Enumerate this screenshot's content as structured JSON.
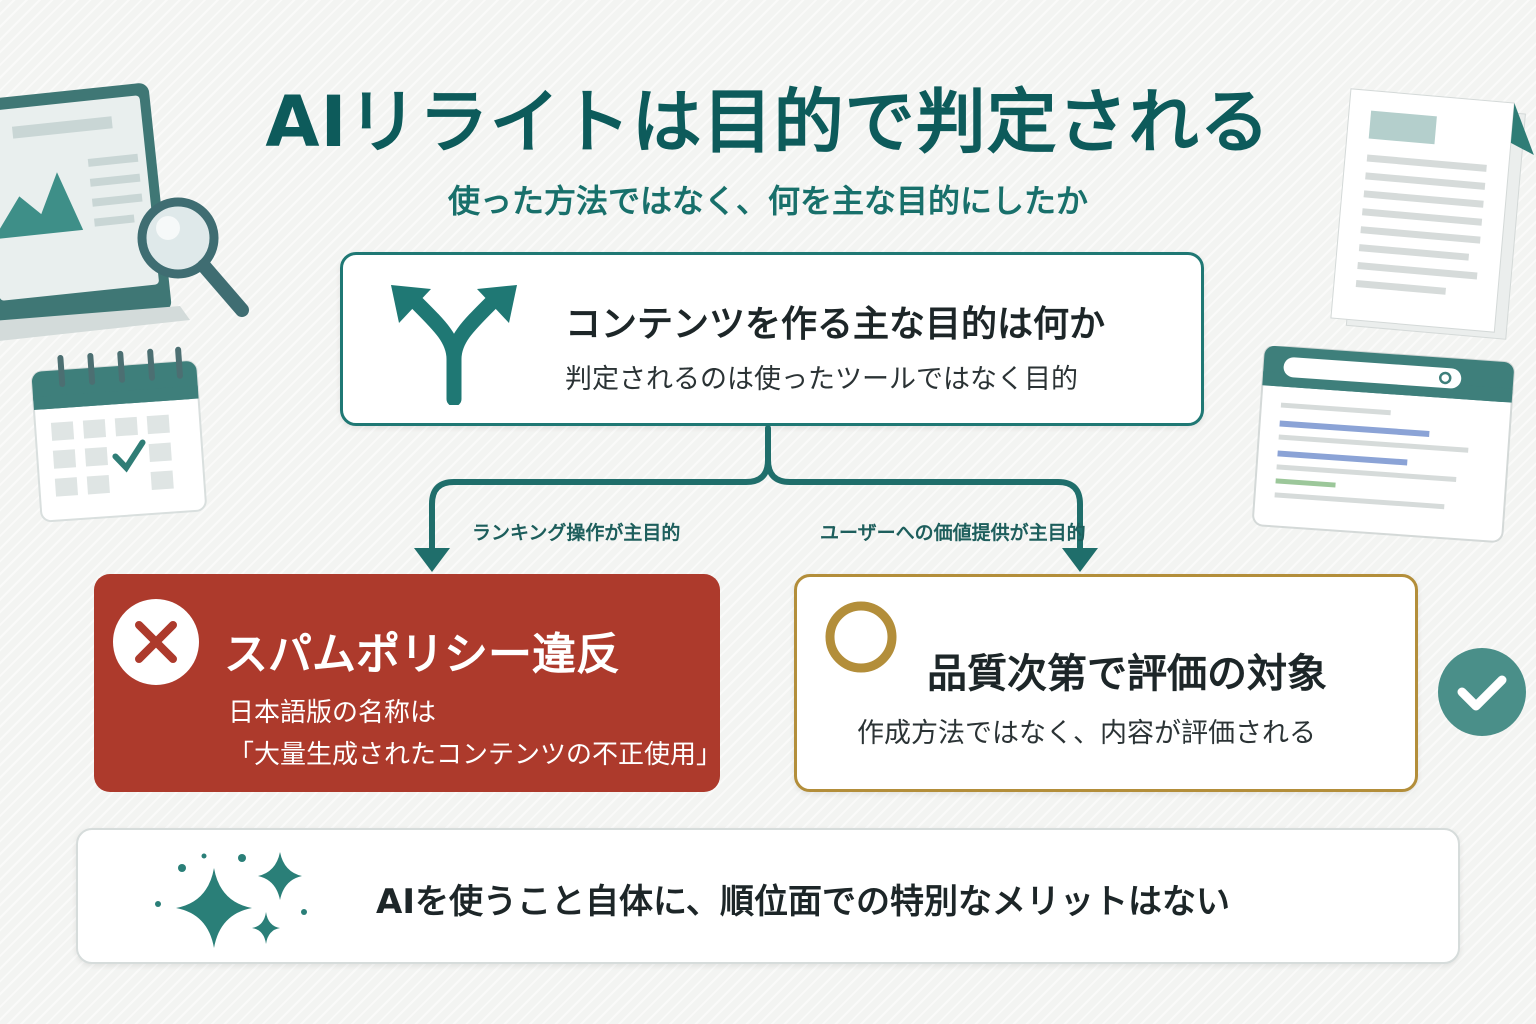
{
  "title": "AIリライトは目的で判定される",
  "subtitle": "使った方法ではなく、何を主な目的にしたか",
  "question_card": {
    "heading": "コンテンツを作る主な目的は何か",
    "subheading": "判定されるのは使ったツールではなく目的",
    "icon": "fork-arrow-icon"
  },
  "branches": {
    "left_label": "ランキング操作が主目的",
    "right_label": "ユーザーへの価値提供が主目的"
  },
  "spam_card": {
    "heading": "スパムポリシー違反",
    "line1": "日本語版の名称は",
    "line2": "「大量生成されたコンテンツの不正使用」",
    "icon": "cross-circle-icon"
  },
  "quality_card": {
    "heading": "品質次第で評価の対象",
    "subheading": "作成方法ではなく、内容が評価される",
    "icon": "circle-mark-icon"
  },
  "conclusion": {
    "text": "AIを使うこと自体に、順位面での特別なメリットはない",
    "icon": "sparkle-icon"
  },
  "colors": {
    "teal": "#1f7874",
    "dark_teal": "#0d5b5b",
    "red": "#ad3a2c",
    "gold": "#b38e3a"
  }
}
